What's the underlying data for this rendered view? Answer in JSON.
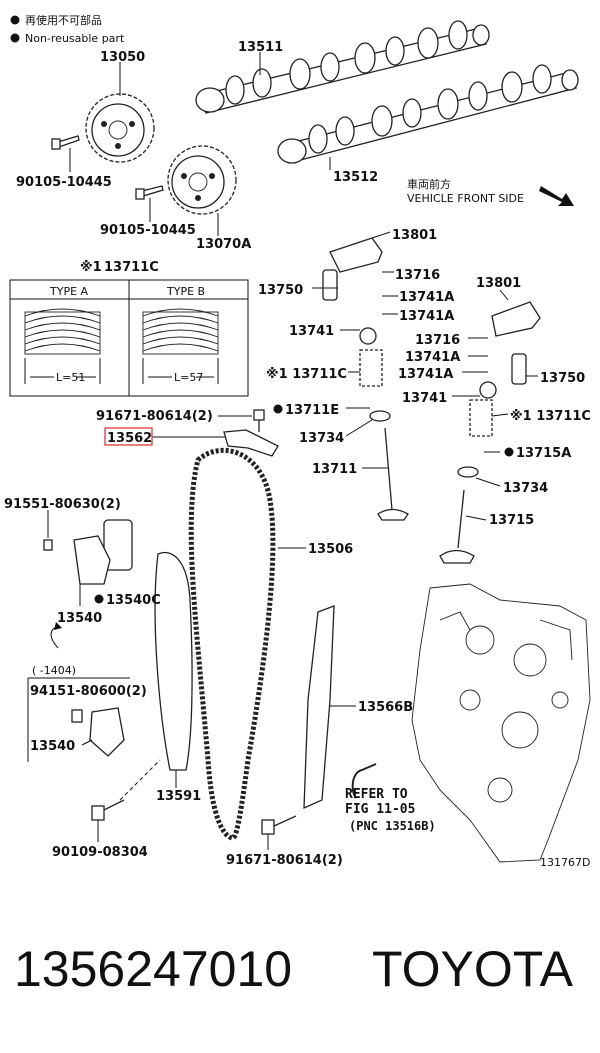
{
  "legend": {
    "reuse_jp": "再使用不可部品",
    "reuse_en": "Non-reusable part"
  },
  "direction": {
    "jp": "車両前方",
    "en": "VEHICLE FRONT SIDE"
  },
  "spring_table": {
    "ref_mark": "※1",
    "part": "13711C",
    "type_a": "TYPE A",
    "type_b": "TYPE B",
    "len_a": "L=51",
    "len_b": "L=57"
  },
  "parts": {
    "p13050": "13050",
    "p13511": "13511",
    "p13512": "13512",
    "p90105a": "90105-10445",
    "p90105b": "90105-10445",
    "p13070A": "13070A",
    "p13801a": "13801",
    "p13716a": "13716",
    "p13750a": "13750",
    "p13741Aa": "13741A",
    "p13741Ab": "13741A",
    "p13741a": "13741",
    "p13801b": "13801",
    "p13716b": "13716",
    "p13741Ac": "13741A",
    "p13741Ad": "13741A",
    "p13750b": "13750",
    "p13711Ca": "※1 13711C",
    "p13741b": "13741",
    "p13711E": "13711E",
    "p13711Cb": "※1 13711C",
    "p91671a": "91671-80614(2)",
    "p13562": "13562",
    "p13734a": "13734",
    "p13715A": "13715A",
    "p13711": "13711",
    "p13734b": "13734",
    "p13715": "13715",
    "p91551": "91551-80630(2)",
    "p13506": "13506",
    "p13540C": "13540C",
    "p13540a": "13540",
    "p1404": "( -1404)",
    "p94151": "94151-80600(2)",
    "p13540b": "13540",
    "p13566B": "13566B",
    "p13591": "13591",
    "p90109": "90109-08304",
    "p91671b": "91671-80614(2)",
    "refer1": "REFER TO",
    "refer2": "FIG 11-05",
    "refer3": "(PNC 13516B)",
    "figno": "131767D"
  },
  "highlight_color": "#e0262b",
  "caption": {
    "part_number": "1356247010",
    "brand": "TOYOTA"
  }
}
